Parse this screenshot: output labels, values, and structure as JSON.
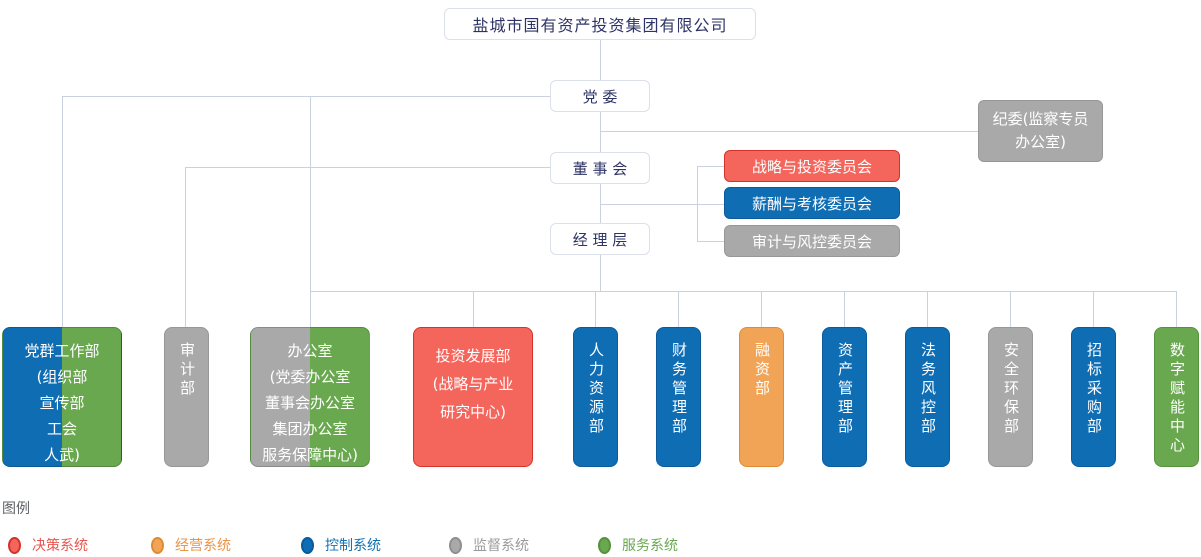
{
  "company": {
    "name": "盐城市国有资产投资集团有限公司"
  },
  "governance": {
    "party_committee": "党 委",
    "board": "董 事 会",
    "management": "经 理 层"
  },
  "discipline_committee": {
    "label": "纪委(监察专员办公室)",
    "system": "监督系统"
  },
  "committees": [
    {
      "label": "战略与投资委员会",
      "system": "决策系统",
      "color": "#F4655C"
    },
    {
      "label": "薪酬与考核委员会",
      "system": "控制系统",
      "color": "#0F6DB4"
    },
    {
      "label": "审计与风控委员会",
      "system": "监督系统",
      "color": "#A9A9A9"
    }
  ],
  "departments": [
    {
      "name": "党群工作部",
      "detail_lines": [
        "(组织部",
        "宣传部",
        "工会",
        "人武)"
      ],
      "systems": [
        "控制系统",
        "服务系统"
      ]
    },
    {
      "name": "审计部",
      "systems": [
        "监督系统"
      ]
    },
    {
      "name": "办公室",
      "detail_lines": [
        "(党委办公室",
        "董事会办公室",
        "集团办公室",
        "服务保障中心)"
      ],
      "systems": [
        "监督系统",
        "服务系统"
      ]
    },
    {
      "name": "投资发展部",
      "detail_lines": [
        "(战略与产业",
        "研究中心)"
      ],
      "systems": [
        "决策系统"
      ]
    },
    {
      "name": "人力资源部",
      "systems": [
        "控制系统"
      ]
    },
    {
      "name": "财务管理部",
      "systems": [
        "控制系统"
      ]
    },
    {
      "name": "融资部",
      "systems": [
        "经营系统"
      ]
    },
    {
      "name": "资产管理部",
      "systems": [
        "控制系统"
      ]
    },
    {
      "name": "法务风控部",
      "systems": [
        "控制系统"
      ]
    },
    {
      "name": "安全环保部",
      "systems": [
        "监督系统"
      ]
    },
    {
      "name": "招标采购部",
      "systems": [
        "控制系统"
      ]
    },
    {
      "name": "数字赋能中心",
      "systems": [
        "服务系统"
      ]
    }
  ],
  "legend": {
    "title": "图例",
    "items": [
      {
        "label": "决策系统",
        "color": "#F4655C"
      },
      {
        "label": "经营系统",
        "color": "#F2A456"
      },
      {
        "label": "控制系统",
        "color": "#0F6DB4"
      },
      {
        "label": "监督系统",
        "color": "#A9A9A9"
      },
      {
        "label": "服务系统",
        "color": "#69A84F"
      }
    ]
  },
  "colors": {
    "decision_red": "#F4655C",
    "operation_orange": "#F2A456",
    "control_blue": "#0F6DB4",
    "supervision_gray": "#A9A9A9",
    "service_green": "#69A84F",
    "connector_line": "#C9D2DE",
    "node_text": "#2E3366"
  }
}
